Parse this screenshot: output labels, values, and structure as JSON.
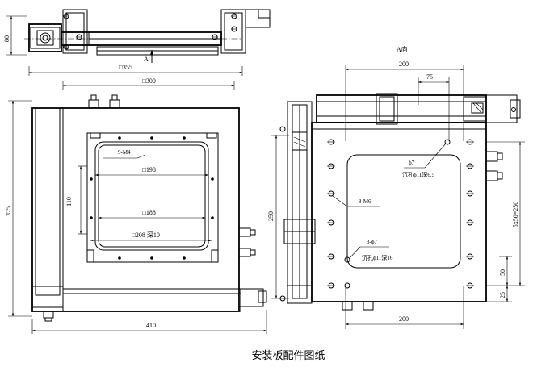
{
  "caption": "安装板配件图纸",
  "view_label": "A向",
  "section_marker": "A",
  "top_view": {
    "dim_80": "80"
  },
  "front_view": {
    "dim_355": "□355",
    "dim_300": "□300",
    "dim_375": "375",
    "dim_410": "410",
    "dim_110": "110",
    "label_9m4": "9-M4",
    "dim_198": "□198",
    "dim_188": "□188",
    "dim_208": "□208 深10"
  },
  "side_view": {
    "dim_200_top": "200",
    "dim_75": "75",
    "dim_250": "250",
    "dim_200_bottom": "200",
    "label_phi7": "ϕ7",
    "label_counterbore_1": "沉孔ϕ11深6.5",
    "label_8m6": "8-M6",
    "label_3phi7": "3-ϕ7",
    "label_counterbore_2": "沉孔ϕ11深16",
    "dim_5x50": "5x50=250",
    "dim_50": "50",
    "dim_25": "25"
  }
}
